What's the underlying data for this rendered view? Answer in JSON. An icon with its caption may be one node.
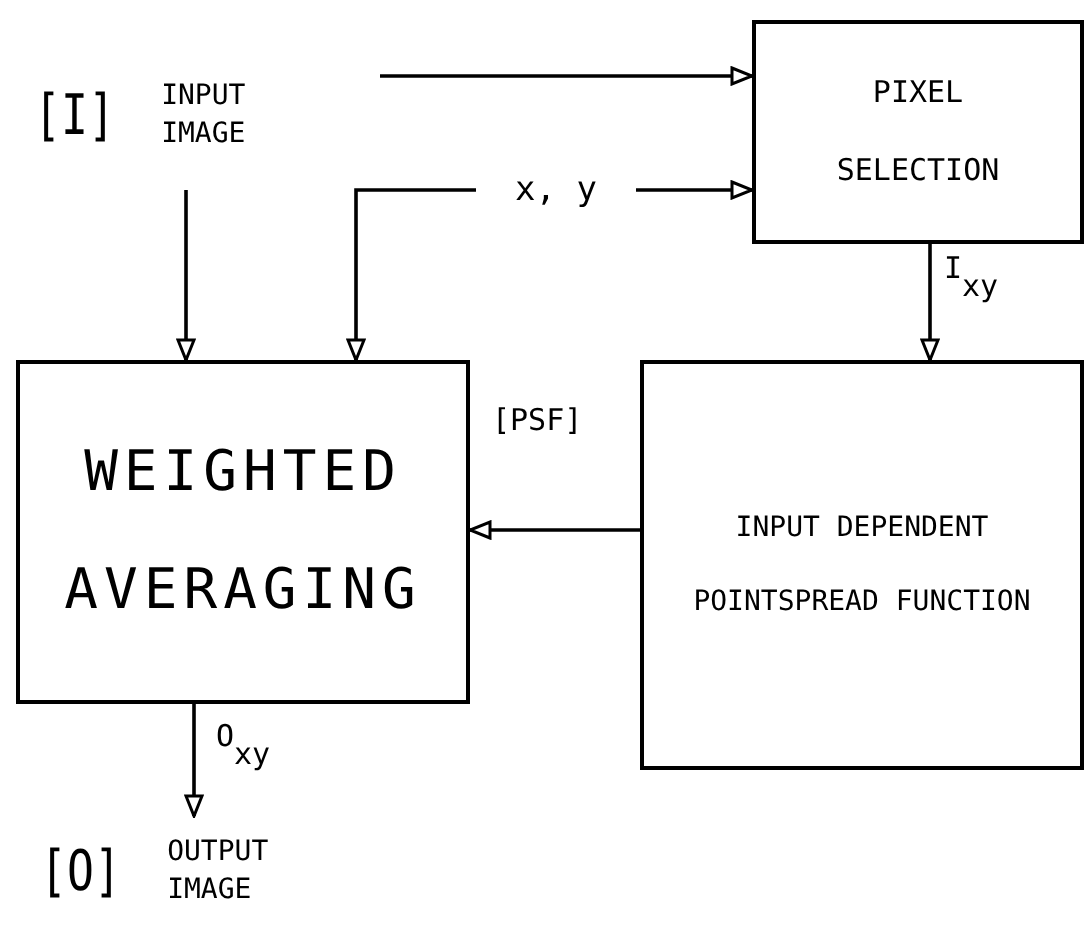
{
  "diagram": {
    "nodes": [
      {
        "text": [
          "[I]",
          "INPUT IMAGE"
        ]
      },
      {
        "text": [
          "PIXEL SELECTION"
        ]
      },
      {
        "text": [
          "x, y"
        ]
      },
      {
        "text": [
          "WEIGHTED AVERAGING"
        ]
      },
      {
        "text": [
          "INPUT DEPENDENT POINTSPREAD FUNCTION"
        ]
      },
      {
        "text": [
          "[O]",
          "OUTPUT IMAGE"
        ]
      }
    ],
    "edges": [
      {
        "from": 0,
        "to": 1,
        "arrow": "to"
      },
      {
        "from": 0,
        "to": 3,
        "arrow": "to"
      },
      {
        "from": 2,
        "to": 1,
        "arrow": "to"
      },
      {
        "from": 2,
        "to": 3,
        "arrow": "to"
      },
      {
        "from": 1,
        "to": 4,
        "label": "I$_{xy}$",
        "arrow": "to"
      },
      {
        "from": 4,
        "to": 3,
        "label": "[PSF]",
        "arrow": "to"
      },
      {
        "from": 3,
        "to": 5,
        "label": "O$_{xy}$",
        "arrow": "to"
      }
    ]
  }
}
